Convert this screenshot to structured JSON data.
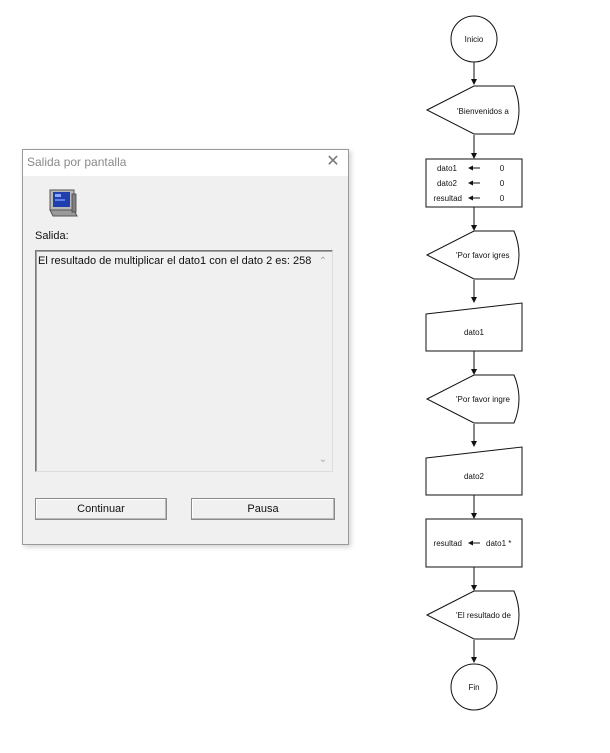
{
  "dialog": {
    "title": "Salida por pantalla",
    "close_symbol": "✕",
    "icon": "computer-icon",
    "salida_label": "Salida:",
    "output_text": "El resultado de multiplicar el dato1 con el dato 2 es: 258",
    "scroll_up": "⌃",
    "scroll_down": "⌄",
    "buttons": {
      "continuar": "Continuar",
      "pausa": "Pausa"
    }
  },
  "flowchart": {
    "start": "Inicio",
    "output1": "'Bienvenidos a",
    "assign": [
      {
        "var": "dato1",
        "value": "0"
      },
      {
        "var": "dato2",
        "value": "0"
      },
      {
        "var": "resultad",
        "value": "0"
      }
    ],
    "output2": "'Por favor igres",
    "input1": "dato1",
    "output3": "'Por favor ingre",
    "input2": "dato2",
    "assign2_var": "resultad",
    "assign2_expr": "dato1 *",
    "output4": "'El resultado de",
    "end": "Fin"
  }
}
